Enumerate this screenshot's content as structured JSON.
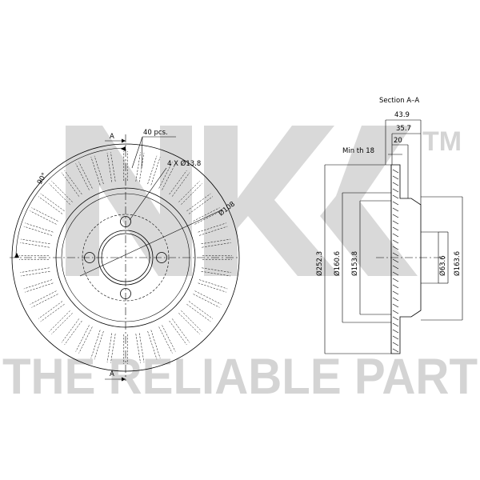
{
  "watermark": {
    "logo_text": "NK",
    "trademark": "TM",
    "slogan": "THE RELIABLE PART"
  },
  "front_view": {
    "section_marker_top": "A",
    "section_marker_bottom": "A",
    "vane_count_label": "40 pcs.",
    "bolt_holes_label": "4 X Ø13.8",
    "pcd_label": "Ø108",
    "angle_label": "90°"
  },
  "section_view": {
    "title": "Section A–A",
    "width_overall": "43.9",
    "width_hub": "35.7",
    "width_disc": "20",
    "min_thickness_label": "Min th 18",
    "diameters": {
      "outer": "Ø252.3",
      "friction_inner": "Ø160.6",
      "vent_inner": "Ø153.8",
      "center_bore": "Ø63.6",
      "hat": "Ø163.6"
    }
  }
}
